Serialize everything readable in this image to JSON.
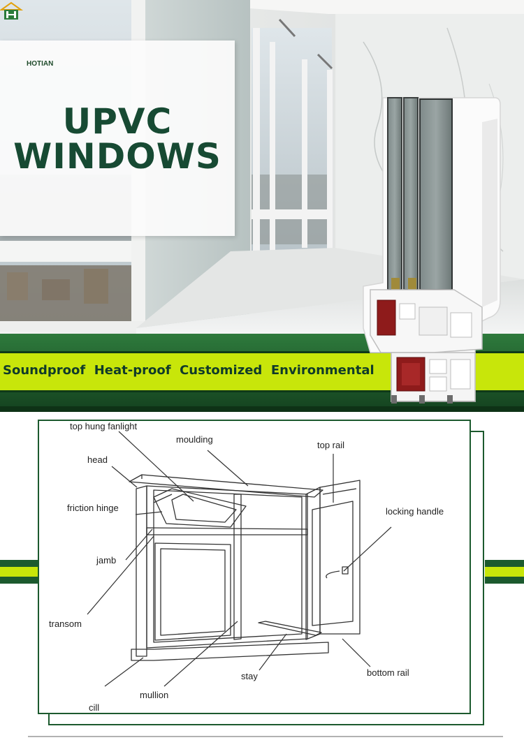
{
  "brand": {
    "name": "HOTIAN"
  },
  "headline": {
    "line1": "UPVC",
    "line2": "WINDOWS"
  },
  "features": [
    "Soundproof",
    "Heat-proof",
    "Customized",
    "Environmental"
  ],
  "colors": {
    "dark_green": "#174a33",
    "lime": "#c8e60a",
    "band_green": "#1c5a2e",
    "red_chamber": "#8e1b1b"
  },
  "diagram": {
    "labels": {
      "top_hung_fanlight": "top hung fanlight",
      "moulding": "moulding",
      "head": "head",
      "top_rail": "top rail",
      "friction_hinge": "friction hinge",
      "locking_handle": "locking handle",
      "jamb": "jamb",
      "transom": "transom",
      "stay": "stay",
      "bottom_rail": "bottom rail",
      "mullion": "mullion",
      "cill": "cill"
    }
  }
}
